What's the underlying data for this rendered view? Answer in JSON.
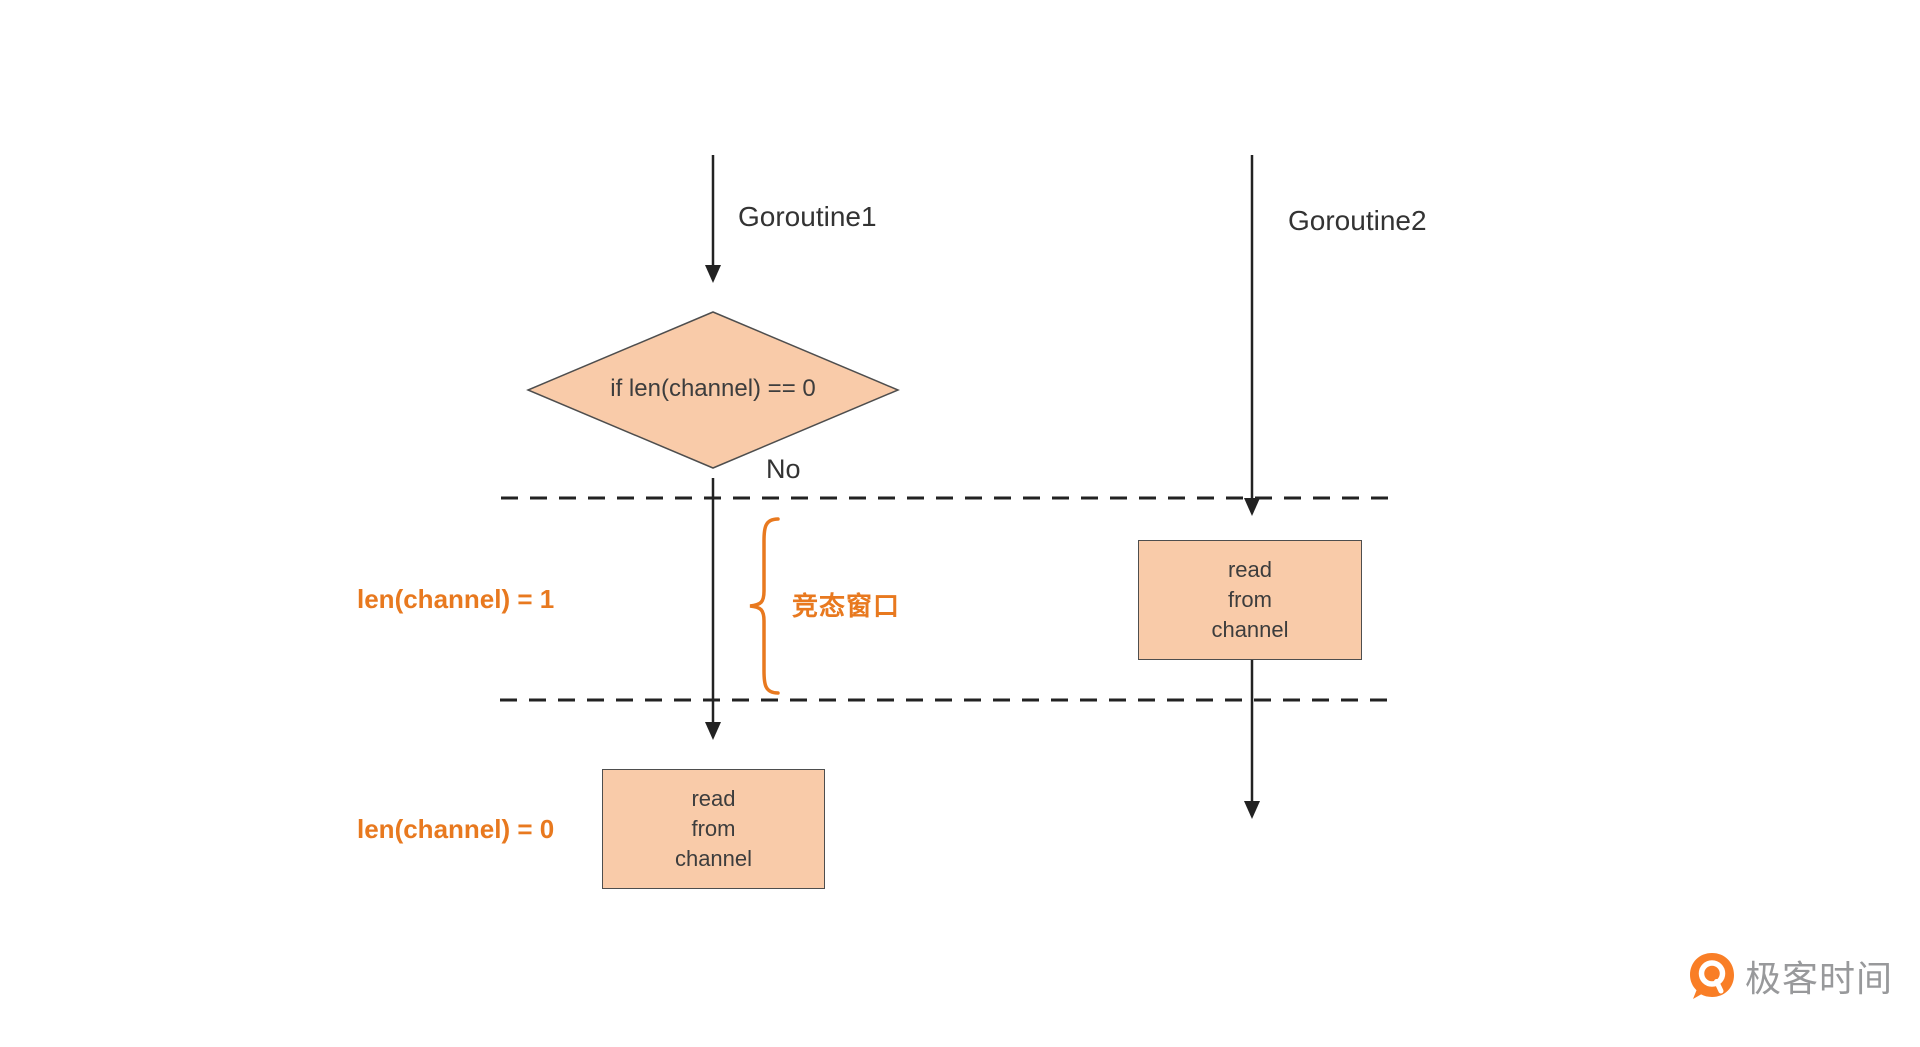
{
  "colors": {
    "shape_fill": "#F9CBA9",
    "shape_stroke": "#4E4E4E",
    "line_color": "#222222",
    "text_color": "#3D3D3D",
    "label_color": "#333333",
    "accent_orange": "#E8791F",
    "logo_orange": "#F97E26",
    "logo_text_gray": "#98999B",
    "background": "#FFFFFF"
  },
  "lanes": {
    "goroutine1": {
      "label": "Goroutine1"
    },
    "goroutine2": {
      "label": "Goroutine2"
    }
  },
  "diamond": {
    "condition": "if len(channel) == 0"
  },
  "branch": {
    "no_label": "No"
  },
  "annotations": {
    "len_channel_1": "len(channel) = 1",
    "len_channel_0": "len(channel) = 0",
    "race_window": "竞态窗口"
  },
  "boxes": {
    "goroutine1_read": "read\nfrom\nchannel",
    "goroutine2_read": "read\nfrom\nchannel"
  },
  "logo": {
    "brand": "极客时间"
  }
}
